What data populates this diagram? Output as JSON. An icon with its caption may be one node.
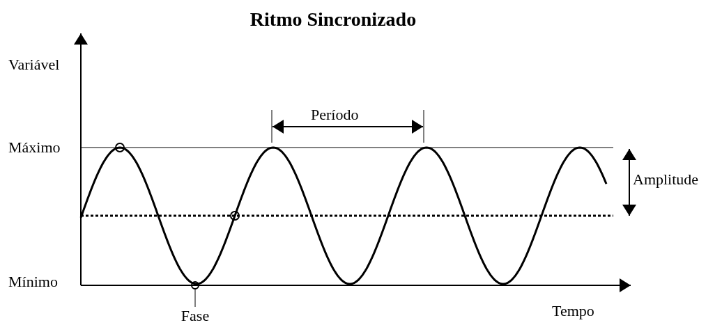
{
  "diagram": {
    "title": "Ritmo Sincronizado",
    "nodes": [
      {
        "text": [
          "Fase"
        ]
      },
      {
        "text": [],
        "shape": "circle"
      }
    ],
    "edges": [
      {
        "from": 0,
        "to": 1,
        "arrow": "none"
      }
    ],
    "labels": [
      "Variável",
      "Máximo",
      "Período",
      "Amplitude",
      "Mínimo",
      "Tempo"
    ]
  }
}
